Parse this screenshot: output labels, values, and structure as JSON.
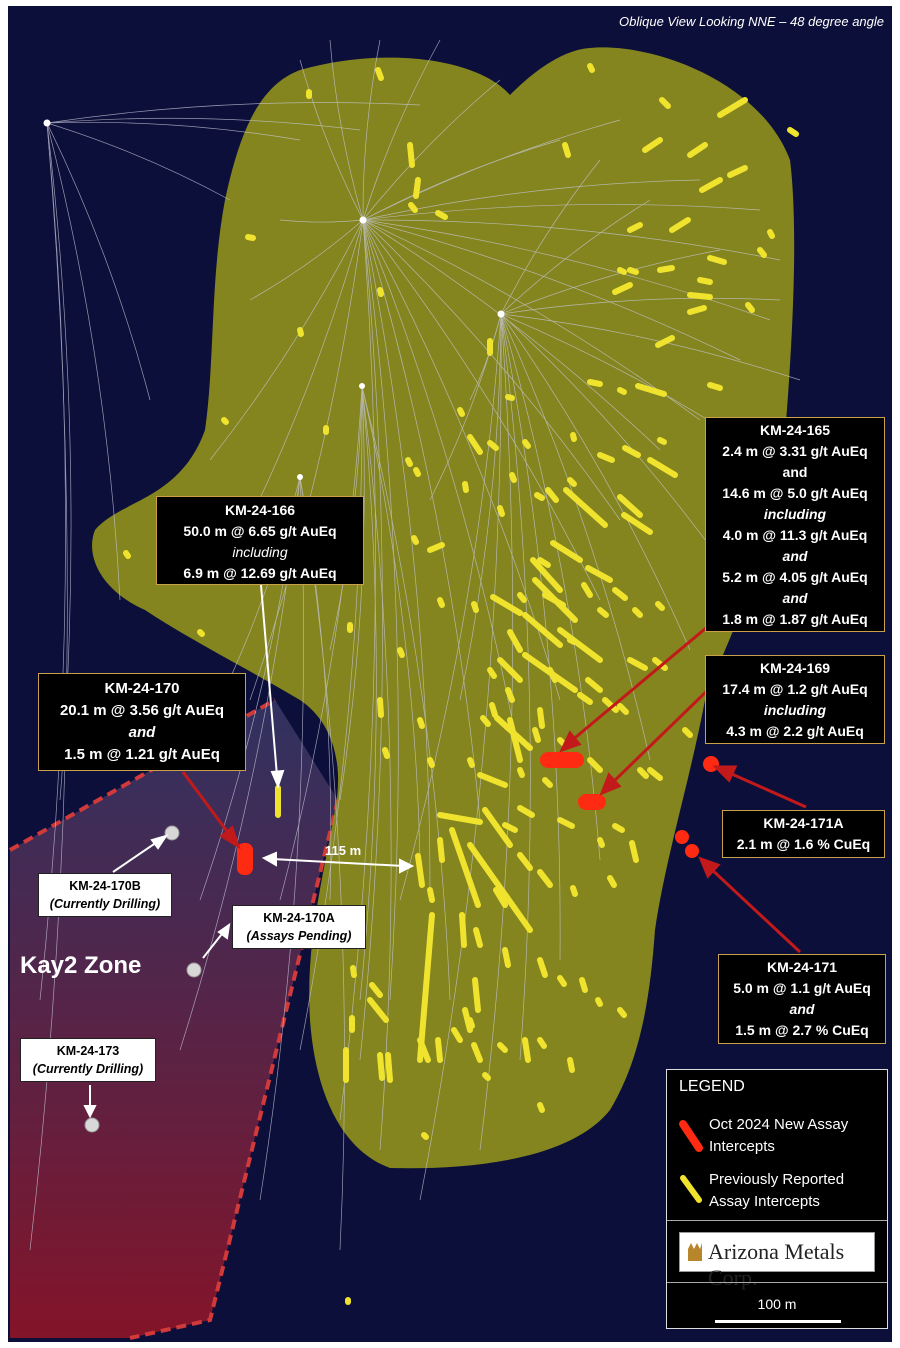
{
  "view_title": "Oblique View Looking NNE – 48 degree angle",
  "zone_label": "Kay2 Zone",
  "distance_label": "115 m",
  "colors": {
    "background": "#0c0f3a",
    "ore_body": "#8f8f1c",
    "prev_intercept": "#f0e32e",
    "new_intercept": "#ff2a12",
    "zone_fill": "#7a1530",
    "zone_border": "#d23a3a",
    "arrow": "#c21a1a",
    "callout_border": "#c9a14a"
  },
  "callouts": {
    "km166": {
      "hole": "KM-24-166",
      "l1": "50.0 m @ 6.65 g/t AuEq",
      "l2": "including",
      "l3": "6.9 m @ 12.69 g/t AuEq"
    },
    "km165": {
      "hole": "KM-24-165",
      "l1": "2.4 m @ 3.31 g/t AuEq",
      "l2": "and",
      "l3": "14.6 m @ 5.0 g/t AuEq",
      "l4": "including",
      "l5": "4.0 m @ 11.3 g/t AuEq",
      "l6": "and",
      "l7": "5.2 m @ 4.05 g/t AuEq",
      "l8": "and",
      "l9": "1.8 m @ 1.87 g/t AuEq"
    },
    "km170": {
      "hole": "KM-24-170",
      "l1": "20.1 m @ 3.56 g/t AuEq",
      "l2": "and",
      "l3": "1.5 m @ 1.21 g/t AuEq"
    },
    "km169": {
      "hole": "KM-24-169",
      "l1": "17.4 m @ 1.2 g/t AuEq",
      "l2": "including",
      "l3": "4.3 m @ 2.2 g/t AuEq"
    },
    "km171a": {
      "hole": "KM-24-171A",
      "l1": "2.1 m @ 1.6 % CuEq"
    },
    "km171": {
      "hole": "KM-24-171",
      "l1": "5.0 m @ 1.1 g/t AuEq",
      "l2": "and",
      "l3": "1.5 m @ 2.7 % CuEq"
    },
    "km170b": {
      "hole": "KM-24-170B",
      "status": "(Currently Drilling)"
    },
    "km170a": {
      "hole": "KM-24-170A",
      "status": "(Assays Pending)"
    },
    "km173": {
      "hole": "KM-24-173",
      "status": "(Currently Drilling)"
    }
  },
  "legend": {
    "title": "LEGEND",
    "new_l1": "Oct 2024 New Assay",
    "new_l2": "Intercepts",
    "prev_l1": "Previously Reported",
    "prev_l2": "Assay Intercepts",
    "logo_text": "Arizona Metals Corp.",
    "scale_label": "100 m"
  }
}
